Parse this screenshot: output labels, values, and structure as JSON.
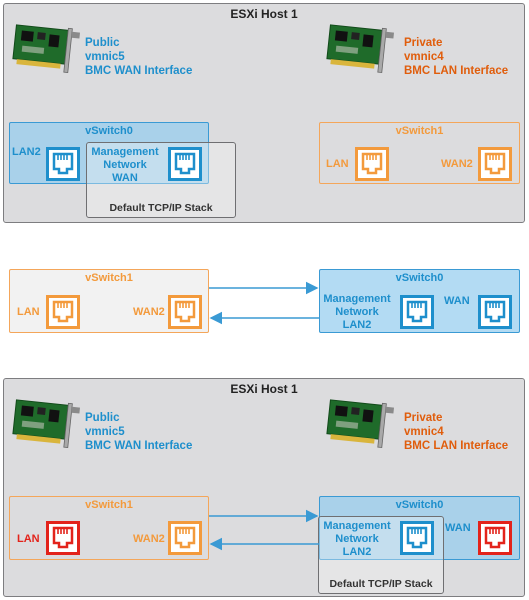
{
  "top": {
    "host_title": "ESXi Host 1",
    "nic_public": "Public\nvmnic5\nBMC WAN Interface",
    "nic_private": "Private\nvmnic4\nBMC LAN Interface",
    "vswitch0": {
      "title": "vSwitch0",
      "lan2": "LAN2",
      "mgmt": "Management\nNetwork\nWAN"
    },
    "vswitch1": {
      "title": "vSwitch1",
      "lan": "LAN",
      "wan2": "WAN2"
    },
    "stack_label": "Default TCP/IP Stack"
  },
  "middle": {
    "vswitch1": {
      "title": "vSwitch1",
      "lan": "LAN",
      "wan2": "WAN2"
    },
    "vswitch0": {
      "title": "vSwitch0",
      "mgmt": "Management\nNetwork\nLAN2",
      "wan": "WAN"
    }
  },
  "bottom": {
    "host_title": "ESXi Host 1",
    "nic_public": "Public\nvmnic5\nBMC WAN Interface",
    "nic_private": "Private\nvmnic4\nBMC LAN Interface",
    "vswitch1": {
      "title": "vSwitch1",
      "lan": "LAN",
      "wan2": "WAN2"
    },
    "vswitch0": {
      "title": "vSwitch0",
      "mgmt": "Management\nNetwork\nLAN2",
      "wan": "WAN"
    },
    "stack_label": "Default TCP/IP Stack"
  },
  "colors": {
    "blue": "#1e8fcc",
    "orange": "#e05d0c",
    "port_orange": "#f39a3c",
    "port_red": "#e3231b",
    "arrow": "#3a9ad4"
  },
  "icons": [
    "network-card-icon",
    "ethernet-port-icon",
    "arrow-right-icon",
    "arrow-left-icon"
  ]
}
